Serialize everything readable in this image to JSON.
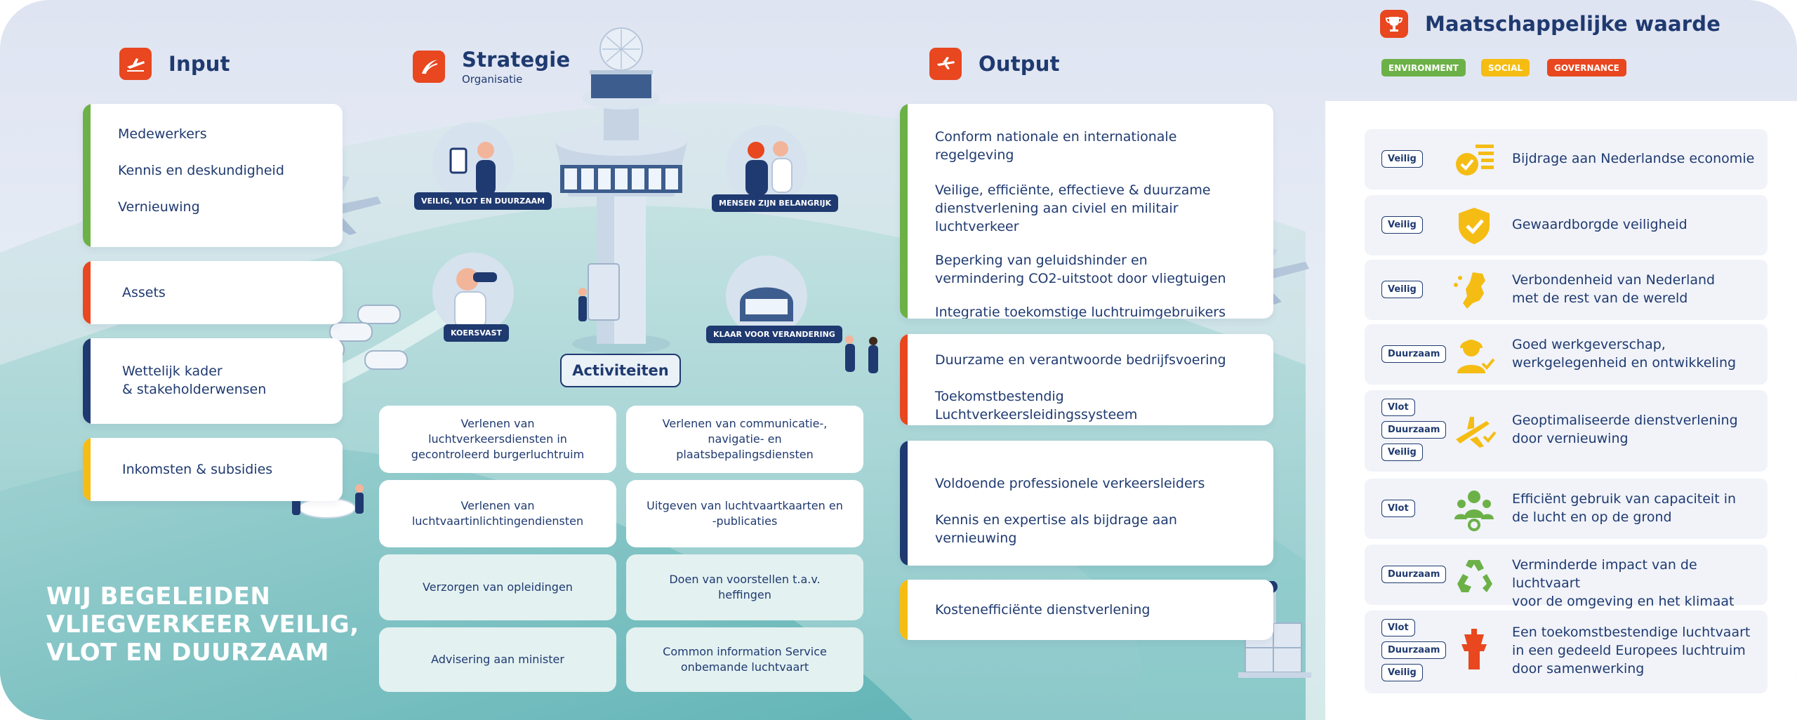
{
  "input": {
    "title": "Input",
    "cards": [
      {
        "lines": [
          "Medewerkers",
          "Kennis en deskundigheid",
          "Vernieuwing"
        ]
      },
      {
        "lines": [
          "Assets"
        ]
      },
      {
        "lines": [
          "Wettelijk kader",
          "& stakeholderwensen"
        ]
      },
      {
        "lines": [
          "Inkomsten & subsidies"
        ]
      }
    ]
  },
  "strategie": {
    "title": "Strategie",
    "subtitle": "Organisatie",
    "labels": [
      "VEILIG, VLOT EN DUURZAAM",
      "MENSEN ZIJN BELANGRIJK",
      "KOERSVAST",
      "KLAAR VOOR VERANDERING"
    ]
  },
  "activiteiten": {
    "title": "Activiteiten",
    "items": [
      "Verlenen van luchtverkeersdiensten in gecontroleerd burgerluchtruim",
      "Verlenen van communicatie-, navigatie- en plaatsbepalingsdiensten",
      "Verlenen van luchtvaartinlichtingendiensten",
      "Uitgeven van luchtvaartkaarten en -publicaties",
      "Verzorgen van opleidingen",
      "Doen van voorstellen t.a.v. heffingen",
      "Advisering aan minister",
      "Common information Service onbemande luchtvaart"
    ]
  },
  "output": {
    "title": "Output",
    "cards": [
      {
        "lines": [
          "Conform nationale en internationale regelgeving",
          "Veilige, efficiënte, effectieve & duurzame",
          "dienstverlening aan civiel en militair luchtverkeer",
          "Beperking van geluidshinder en",
          "vermindering CO2-uitstoot door vliegtuigen",
          "Integratie toekomstige luchtruimgebruikers"
        ]
      },
      {
        "lines": [
          "Duurzame en verantwoorde bedrijfsvoering",
          "Toekomstbestendig Luchtverkeersleidingssysteem"
        ]
      },
      {
        "lines": [
          "Voldoende professionele verkeersleiders",
          "Kennis en expertise als bijdrage aan vernieuwing"
        ]
      },
      {
        "lines": [
          "Kostenefficiënte dienstverlening"
        ]
      }
    ]
  },
  "slogan": {
    "lines": [
      "WIJ BEGELEIDEN",
      "VLIEGVERKEER VEILIG,",
      "VLOT EN DUURZAAM"
    ]
  },
  "maatschappelijk": {
    "title": "Maatschappelijke waarde",
    "esg": [
      "ENVIRONMENT",
      "SOCIAL",
      "GOVERNANCE"
    ],
    "rows": [
      {
        "tags": [
          "Veilig"
        ],
        "icon": "economy-icon",
        "text": [
          "Bijdrage aan Nederlandse economie"
        ]
      },
      {
        "tags": [
          "Veilig"
        ],
        "icon": "shield-check-icon",
        "text": [
          "Gewaardborgde veiligheid"
        ]
      },
      {
        "tags": [
          "Veilig"
        ],
        "icon": "netherlands-map-icon",
        "text": [
          "Verbondenheid van Nederland",
          "met de rest van de wereld"
        ]
      },
      {
        "tags": [
          "Duurzaam"
        ],
        "icon": "headset-person-icon",
        "text": [
          "Goed werkgeverschap,",
          "werkgelegenheid en ontwikkeling"
        ]
      },
      {
        "tags": [
          "Vlot",
          "Duurzaam",
          "Veilig"
        ],
        "icon": "plane-check-icon",
        "text": [
          "Geoptimaliseerde dienstverlening",
          "door vernieuwing"
        ]
      },
      {
        "tags": [
          "Vlot"
        ],
        "icon": "people-gear-icon",
        "text": [
          "Efficiënt gebruik van capaciteit in",
          "de lucht en op de grond"
        ]
      },
      {
        "tags": [
          "Duurzaam"
        ],
        "icon": "recycle-icon",
        "text": [
          "Verminderde impact van de luchtvaart",
          "voor de omgeving en het klimaat"
        ]
      },
      {
        "tags": [
          "Vlot",
          "Duurzaam",
          "Veilig"
        ],
        "icon": "control-tower-icon",
        "text": [
          "Een toekomstbestendige luchtvaart",
          "in een gedeeld Europees luchtruim",
          "door samenwerking"
        ]
      }
    ]
  },
  "colors": {
    "navy": "#1f3a70",
    "accent": "#e8471f",
    "green": "#6cb147",
    "yellow": "#f5bd14",
    "teal": "#7fc3c4"
  }
}
